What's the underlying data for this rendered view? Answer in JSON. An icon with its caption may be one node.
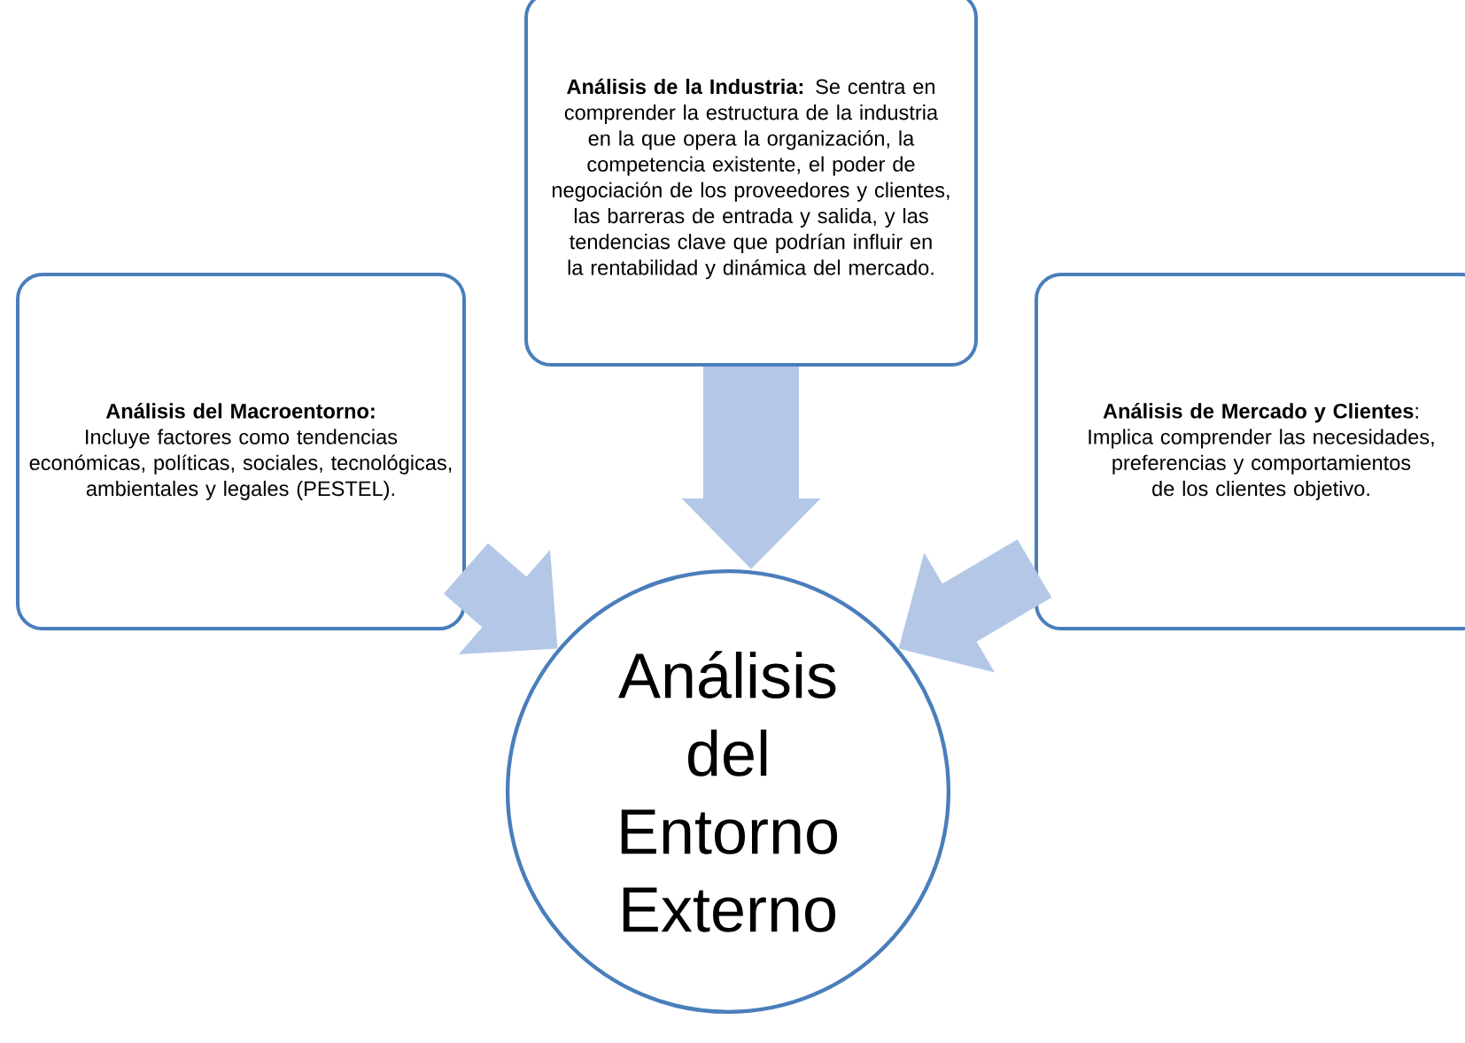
{
  "diagram": {
    "nodes": [
      {
        "text": [
          "**Análisis de la Industria:** Se centra en comprender la estructura de la industria en la que opera la organización, la competencia existente, el poder de negociación de los proveedores y clientes, las barreras de entrada y salida, y las tendencias clave que podrían influir en la rentabilidad y dinámica del mercado."
        ]
      },
      {
        "text": [
          "Análisis del Macroentorno:",
          "Incluye factores como tendencias económicas, políticas, sociales, tecnológicas, ambientales y legales (PESTEL)."
        ]
      },
      {
        "text": [
          "**Análisis de Mercado y Clientes**:",
          "Implica comprender las necesidades, preferencias y comportamientos de los clientes objetivo."
        ]
      },
      {
        "text": [
          "Análisis del Entorno Externo"
        ]
      }
    ],
    "edges": [
      {
        "from": 0,
        "to": 3,
        "arrow": "to"
      },
      {
        "from": 1,
        "to": 3,
        "arrow": "to"
      },
      {
        "from": 2,
        "to": 3,
        "arrow": "to"
      }
    ]
  }
}
